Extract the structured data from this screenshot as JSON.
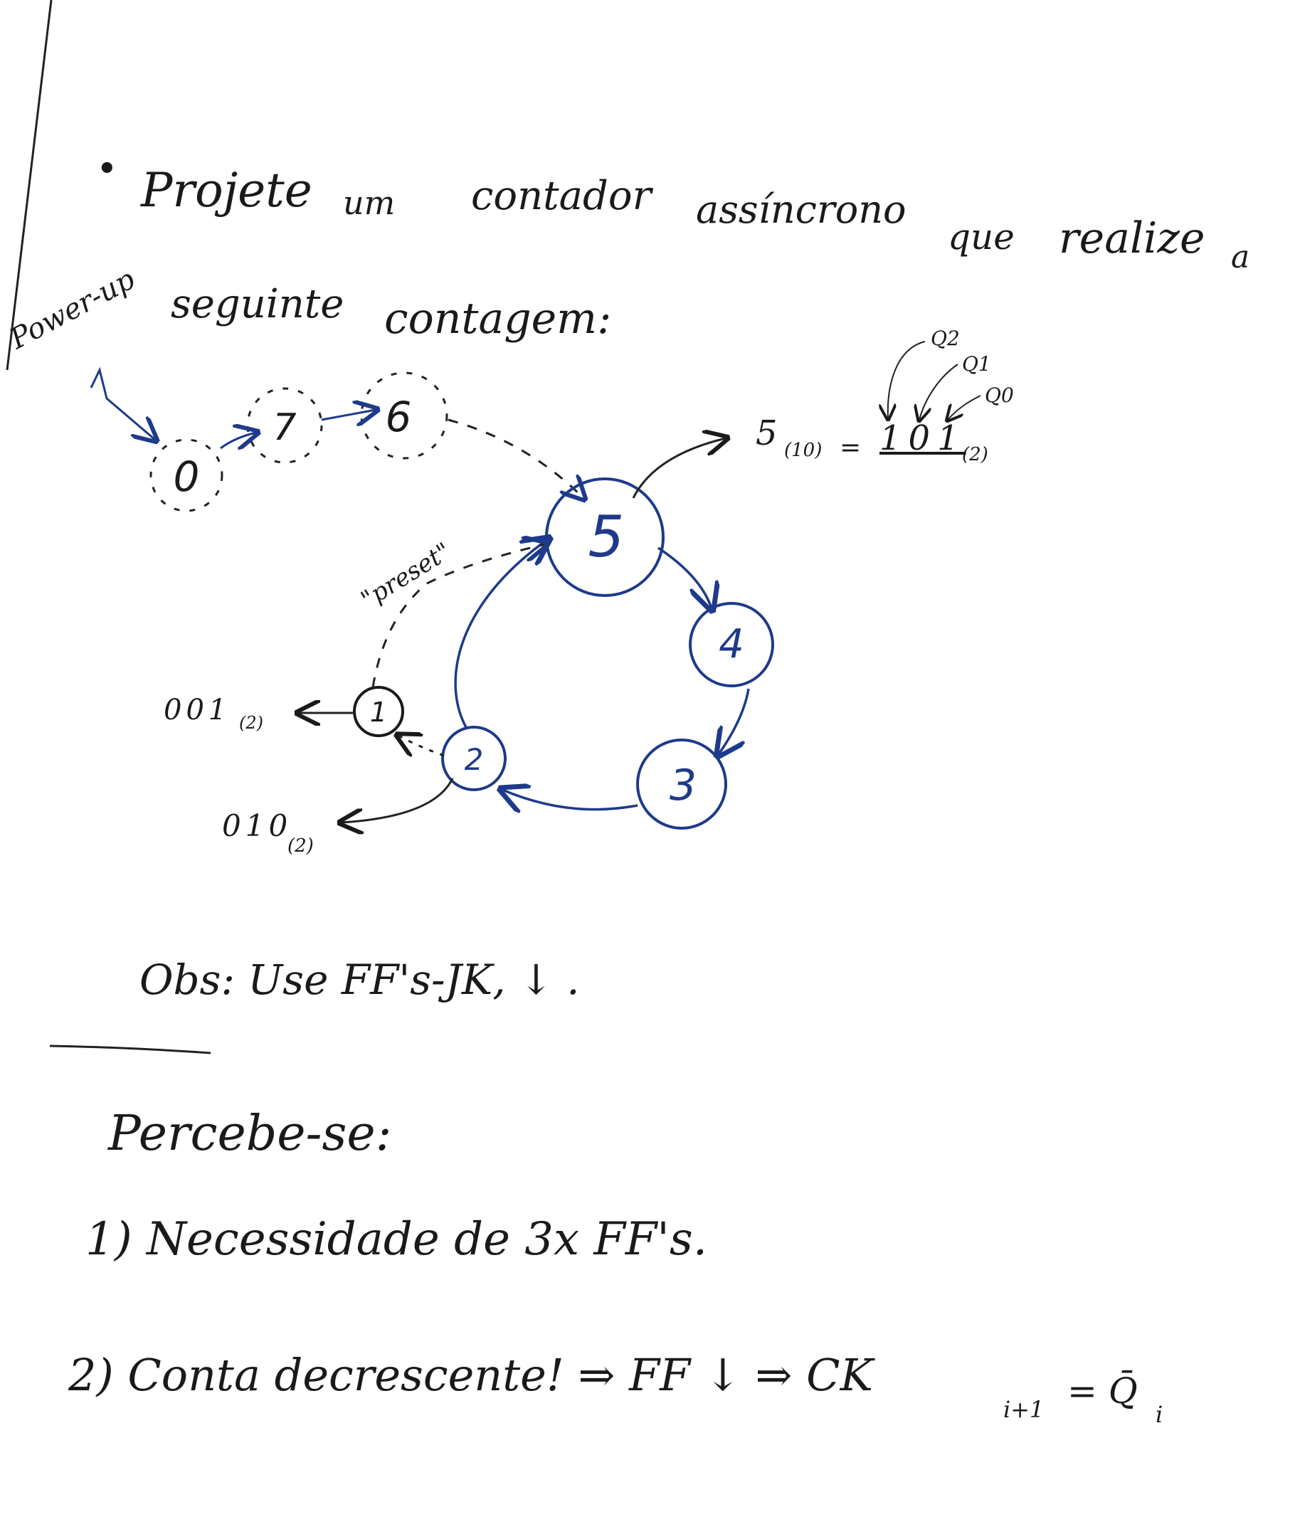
{
  "prompt": {
    "bullet": "•",
    "line1": [
      "Projete",
      "um",
      "contador",
      "assíncrono",
      "que",
      "realize",
      "a"
    ],
    "line2": [
      "seguinte",
      "contagem:"
    ]
  },
  "power_up_label": "Power-up",
  "binary_annotation": {
    "five": "5",
    "sub10": "(10)",
    "equals": "=",
    "bits": "101",
    "sub2": "(2)",
    "q_labels": [
      "Q2",
      "Q1",
      "Q0"
    ]
  },
  "states": {
    "dashed": [
      "0",
      "7",
      "6"
    ],
    "cycle": [
      "5",
      "4",
      "3",
      "2",
      "1"
    ]
  },
  "preset_label": "\"preset\"",
  "outputs": {
    "one": "001",
    "one_sub": "(2)",
    "two": "010",
    "two_sub": "(2)"
  },
  "obs": "Obs: Use FF's-JK, ↓ .",
  "notes": {
    "heading": "Percebe-se:",
    "item1": "1) Necessidade de 3x FF's.",
    "item2_text": "2) Conta decrescente! ⇒ FF ↓ ⇒ CK",
    "item2_sub": "i+1",
    "item2_eq": "= Q̄",
    "item2_eq_sub": "i"
  },
  "colors": {
    "ink": "#1a1a1a",
    "blue": "#1e3a8a"
  }
}
